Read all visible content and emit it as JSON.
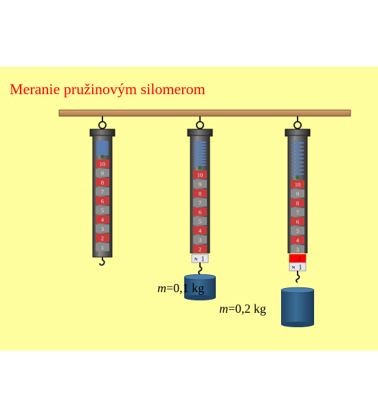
{
  "slide": {
    "title": "Meranie pružinovým silomerom",
    "background_color": "#fffe9f",
    "title_color": "#ff0000",
    "beam_color": "#c5915c",
    "scale_band_red": "#c83c3c",
    "scale_band_grey": "#8c8c8c",
    "indicator_red": "#ff0000",
    "weight_color": "#2f5d85"
  },
  "spring_scales": [
    {
      "scale_labels": [
        "10",
        "9",
        "8",
        "7",
        "6",
        "5",
        "4",
        "3",
        "2",
        "1"
      ],
      "hook_letter": "",
      "hook_number": ""
    },
    {
      "scale_labels": [
        "10",
        "9",
        "8",
        "7",
        "6",
        "5",
        "4",
        "3",
        "2"
      ],
      "hook_letter": "N",
      "hook_number": "1"
    },
    {
      "scale_labels": [
        "10",
        "9",
        "8",
        "7",
        "6",
        "5",
        "4",
        "3"
      ],
      "hook_letter": "N",
      "hook_number": "1",
      "extra_indicator": "2"
    }
  ],
  "weights": [
    {
      "var": "m",
      "value": "=0,1 kg"
    },
    {
      "var": "m",
      "value": "=0,2 kg"
    }
  ]
}
